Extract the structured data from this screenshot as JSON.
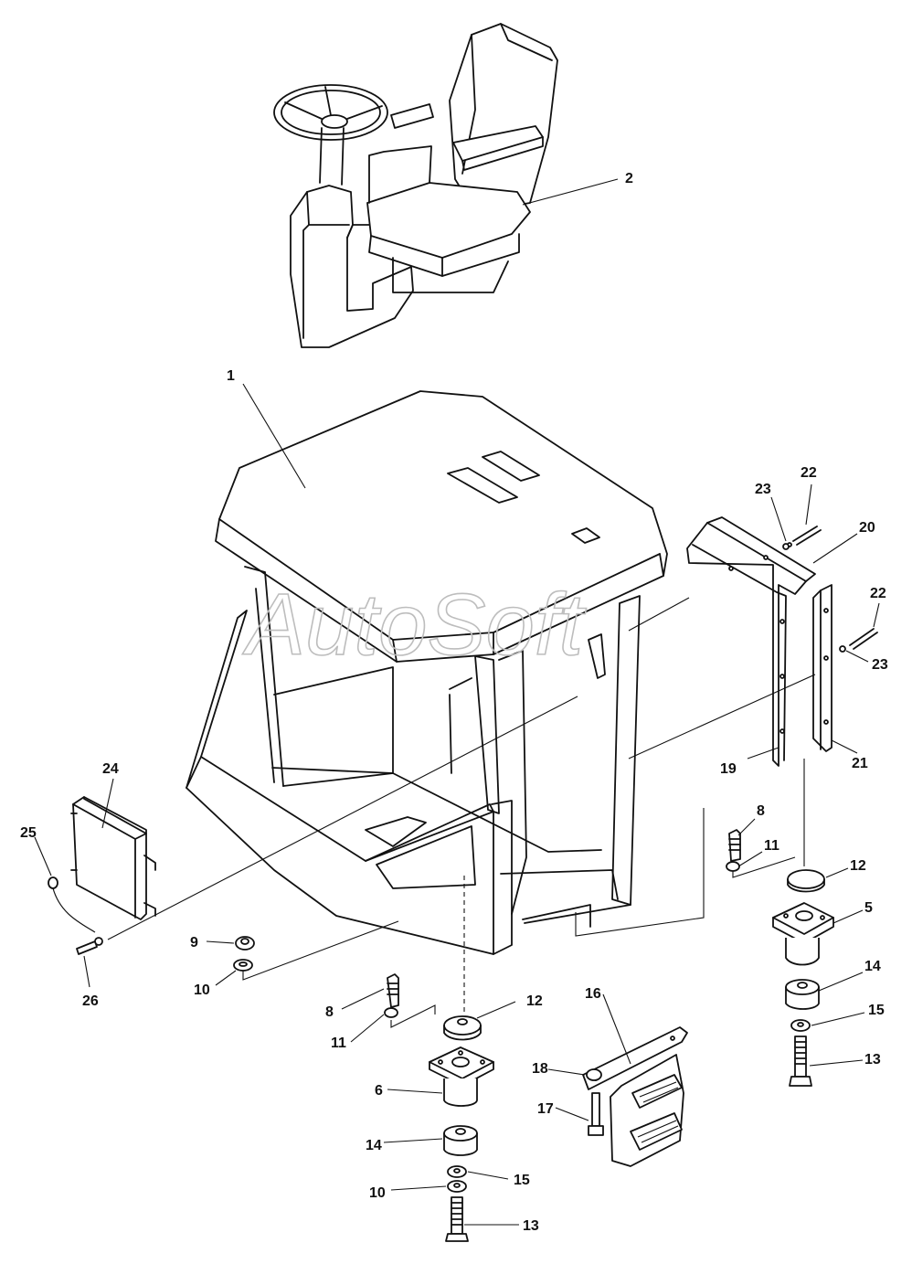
{
  "watermark": "AutoSoft",
  "callouts": {
    "c1": "1",
    "c2": "2",
    "c5": "5",
    "c6": "6",
    "c8a": "8",
    "c8b": "8",
    "c9": "9",
    "c10a": "10",
    "c10b": "10",
    "c11a": "11",
    "c11b": "11",
    "c12a": "12",
    "c12b": "12",
    "c13a": "13",
    "c13b": "13",
    "c14a": "14",
    "c14b": "14",
    "c15a": "15",
    "c15b": "15",
    "c16": "16",
    "c17": "17",
    "c18": "18",
    "c19": "19",
    "c20": "20",
    "c21": "21",
    "c22a": "22",
    "c22b": "22",
    "c23a": "23",
    "c23b": "23",
    "c24": "24",
    "c25": "25",
    "c26": "26"
  }
}
